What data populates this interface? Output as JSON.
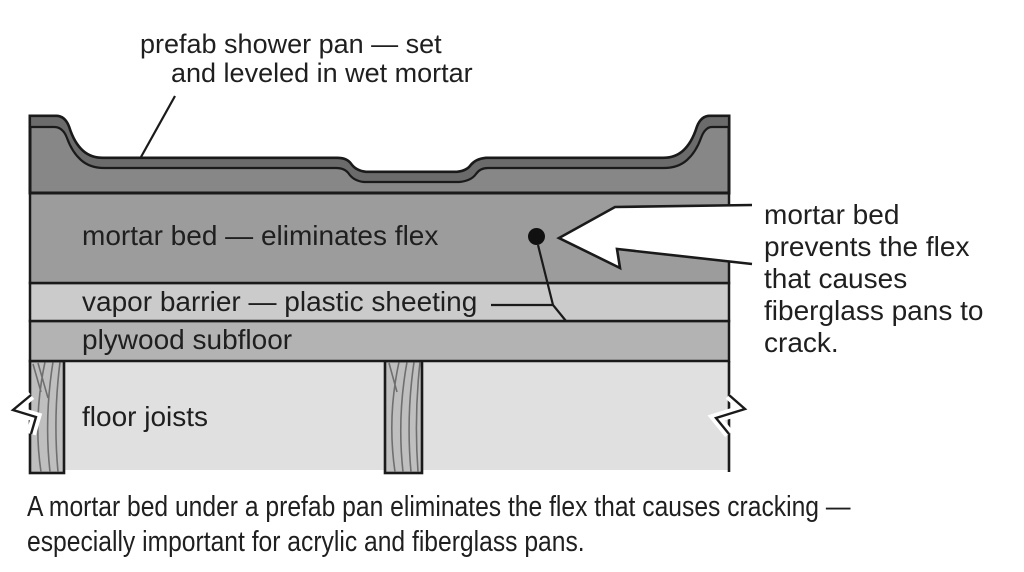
{
  "figure": {
    "title_hint": "Prefab shower pan set in mortar bed — cross-section diagram",
    "top_label": {
      "line1": "prefab shower pan — set",
      "line2": "and leveled in wet mortar"
    },
    "layer_labels": {
      "mortar": "mortar bed — eliminates flex",
      "vapor": "vapor barrier — plastic sheeting",
      "plywood": "plywood subfloor",
      "joists": "floor joists"
    },
    "annotation": {
      "lines": [
        "mortar bed",
        "prevents the flex",
        "that causes",
        "fiberglass pans to",
        "crack."
      ]
    },
    "caption": {
      "line1": "A mortar bed under a prefab pan eliminates the flex that causes cracking —",
      "line2": "especially important for acrylic and fiberglass pans."
    },
    "colors": {
      "pan_shell": "#6b6b6b",
      "pan_body": "#878787",
      "mortar_bed": "#9c9c9c",
      "vapor_barrier": "#cbcbcb",
      "plywood": "#b3b3b3",
      "joist_bay": "#e0e0e0",
      "joist_wood": "#bfbfbf",
      "outline": "#1a1a1a",
      "text": "#1f1f1f",
      "arrow_fill": "#ffffff"
    }
  }
}
